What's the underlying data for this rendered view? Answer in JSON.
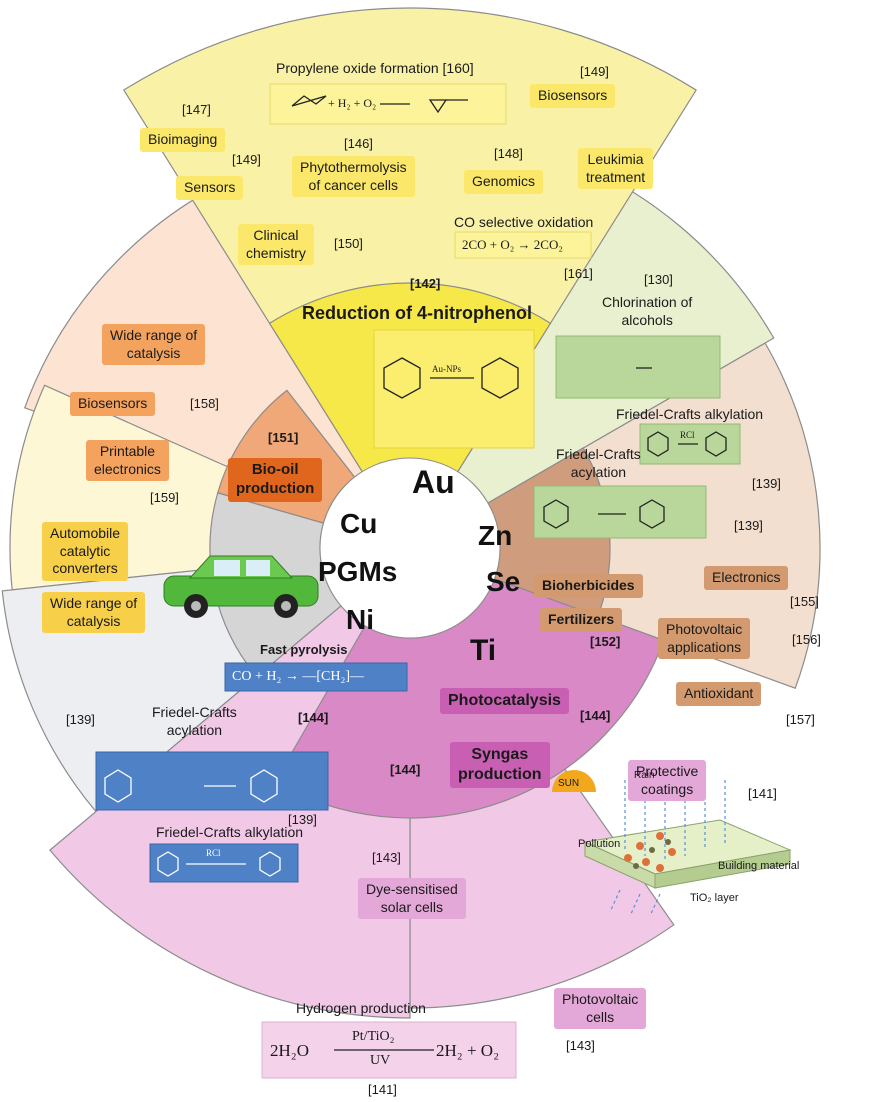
{
  "metals": {
    "au": "Au",
    "cu": "Cu",
    "pgms": "PGMs",
    "ni": "Ni",
    "zn": "Zn",
    "se": "Se",
    "ti": "Ti"
  },
  "au_sector": {
    "propylene_title": "Propylene oxide formation [160]",
    "propylene_eq": "+ H₂ + O₂",
    "ref_149_top": "[149]",
    "biosensors": "Biosensors",
    "ref_147": "[147]",
    "bioimaging": "Bioimaging",
    "ref_146": "[146]",
    "ref_149_mid": "[149]",
    "sensors": "Sensors",
    "phyto_line1": "Phytothermolysis",
    "phyto_line2": "of cancer cells",
    "ref_148": "[148]",
    "genomics": "Genomics",
    "leukemia_line1": "Leukimia",
    "leukemia_line2": "treatment",
    "clinical_line1": "Clinical",
    "clinical_line2": "chemistry",
    "ref_150": "[150]",
    "co_title": "CO selective oxidation",
    "co_eq": "2CO + O₂ → 2CO₂",
    "ref_161": "[161]",
    "ref_142": "[142]",
    "nitrophenol_title": "Reduction of 4-nitrophenol",
    "catalyst": "Au-NPs"
  },
  "cu_sector": {
    "wide_line1": "Wide range of",
    "wide_line2": "catalysis",
    "biosensors": "Biosensors",
    "ref_158": "[158]",
    "printable_line1": "Printable",
    "printable_line2": "electronics",
    "ref_159": "[159]",
    "ref_151": "[151]",
    "biooil_line1": "Bio-oil",
    "biooil_line2": "production"
  },
  "pgms_sector": {
    "auto_line1": "Automobile",
    "auto_line2": "catalytic",
    "auto_line3": "converters",
    "wide_line1": "Wide range of",
    "wide_line2": "catalysis"
  },
  "ni_sector": {
    "fast_pyrolysis": "Fast pyrolysis",
    "pyrolysis_eq": "CO + H₂ → —[CH₂]—",
    "ref_144": "[144]",
    "ref_139_a": "[139]",
    "fc_acyl_line1": "Friedel-Crafts",
    "fc_acyl_line2": "acylation",
    "ref_139_b": "[139]",
    "fc_alk": "Friedel-Crafts alkylation",
    "rcl": "RCl"
  },
  "zn_sector": {
    "ref_130": "[130]",
    "chlor_line1": "Chlorination of",
    "chlor_line2": "alcohols",
    "fc_alk": "Friedel-Crafts alkylation",
    "rcl": "RCl",
    "fc_acyl_line1": "Friedel-Crafts",
    "fc_acyl_line2": "acylation",
    "ref_139_a": "[139]",
    "ref_139_b": "[139]"
  },
  "se_sector": {
    "bioherbicides": "Bioherbicides",
    "fertilizers": "Fertilizers",
    "ref_152": "[152]",
    "electronics": "Electronics",
    "ref_155": "[155]",
    "pv_line1": "Photovoltaic",
    "pv_line2": "applications",
    "ref_156": "[156]",
    "antioxidant": "Antioxidant",
    "ref_157": "[157]"
  },
  "ti_sector": {
    "photocatalysis": "Photocatalysis",
    "ref_144_a": "[144]",
    "ref_144_b": "[144]",
    "syngas_line1": "Syngas",
    "syngas_line2": "production",
    "protective_line1": "Protective",
    "protective_line2": "coatings",
    "ref_141_a": "[141]",
    "sun": "SUN",
    "rain": "Rain",
    "pollution": "Pollution",
    "building": "Building material",
    "tio2_layer": "TiO₂ layer",
    "ref_143_a": "[143]",
    "dye_line1": "Dye-sensitised",
    "dye_line2": "solar cells",
    "hydrogen": "Hydrogen production",
    "h2_left": "2H₂O",
    "h2_top": "Pt/TiO₂",
    "h2_bottom": "UV",
    "h2_right": "2H₂ + O₂",
    "ref_141_b": "[141]",
    "pv_line1": "Photovoltaic",
    "pv_line2": "cells",
    "ref_143_b": "[143]"
  },
  "colors": {
    "au_outer": "#f9f2a6",
    "au_inner": "#f7e84a",
    "cu_outer": "#fde3d2",
    "cu_inner": "#f0a878",
    "pgms_outer": "#fdf7d6",
    "ni_outer": "#edeef2",
    "ni_inner": "#d5d5d5",
    "zn_outer": "#e9f0cf",
    "se_outer": "#f2dfd0",
    "se_inner": "#cf9c7e",
    "ti_outer": "#f1c9e7",
    "ti_inner": "#d98ac6",
    "center": "#ffffff"
  }
}
